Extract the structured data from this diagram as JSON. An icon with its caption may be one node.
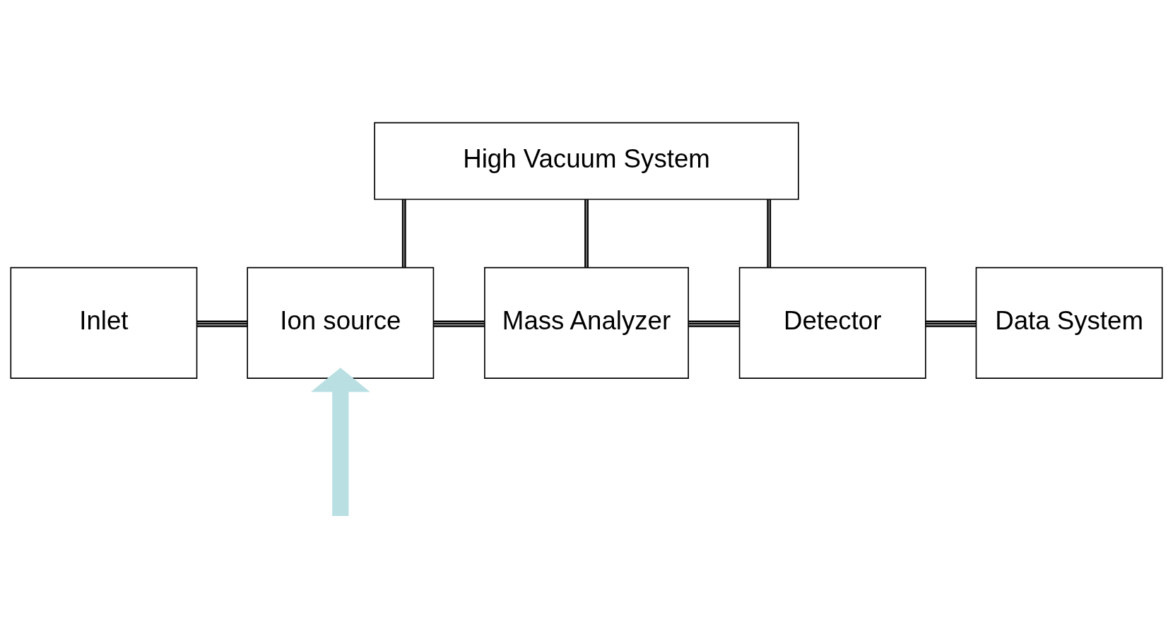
{
  "diagram": {
    "nodes": [
      {
        "text": [
          "High Vacuum System"
        ]
      },
      {
        "text": [
          "Inlet"
        ]
      },
      {
        "text": [
          "Ion source"
        ]
      },
      {
        "text": [
          "Mass Analyzer"
        ]
      },
      {
        "text": [
          "Detector"
        ]
      },
      {
        "text": [
          "Data System"
        ]
      }
    ],
    "edges": [
      {
        "from": 0,
        "to": 2,
        "arrow": "none"
      },
      {
        "from": 0,
        "to": 3,
        "arrow": "none"
      },
      {
        "from": 0,
        "to": 4,
        "arrow": "none"
      },
      {
        "from": 1,
        "to": 2,
        "arrow": "none"
      },
      {
        "from": 2,
        "to": 3,
        "arrow": "none"
      },
      {
        "from": 3,
        "to": 4,
        "arrow": "none"
      },
      {
        "from": 4,
        "to": 5,
        "arrow": "none"
      },
      {
        "from": null,
        "to": 2,
        "arrow": "to",
        "style": "thick",
        "color": "#b9dfe3"
      }
    ]
  }
}
